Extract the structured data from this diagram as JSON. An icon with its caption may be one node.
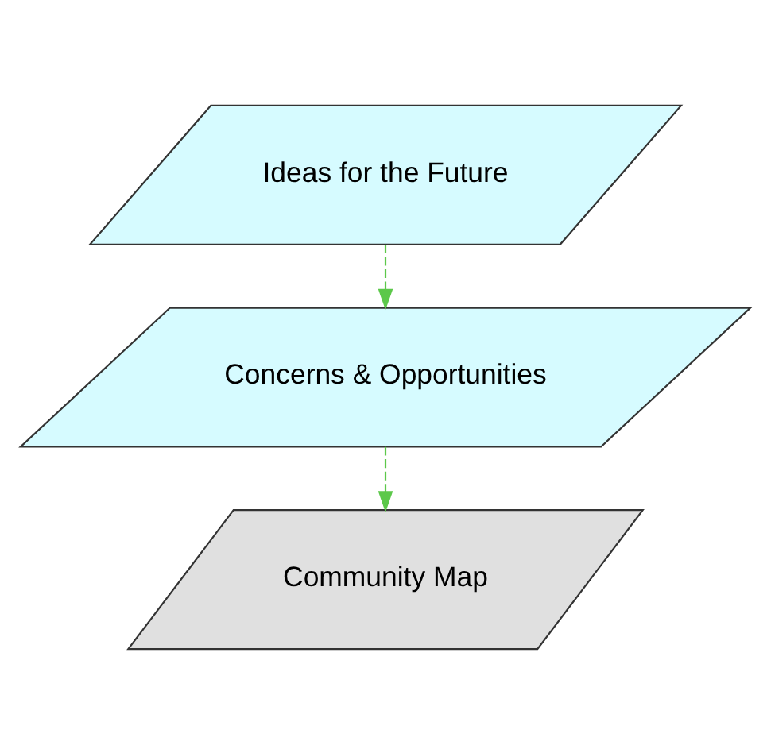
{
  "diagram": {
    "nodes": [
      {
        "text": [
          "Ideas for the Future"
        ]
      },
      {
        "text": [
          "Concerns & Opportunities"
        ]
      },
      {
        "text": [
          "Community Map"
        ]
      }
    ],
    "edges": [
      {
        "from": 0,
        "to": 1,
        "arrow": "to",
        "style": "dashed",
        "color": "#5cc84a"
      },
      {
        "from": 1,
        "to": 2,
        "arrow": "to",
        "style": "dashed",
        "color": "#5cc84a"
      }
    ]
  }
}
